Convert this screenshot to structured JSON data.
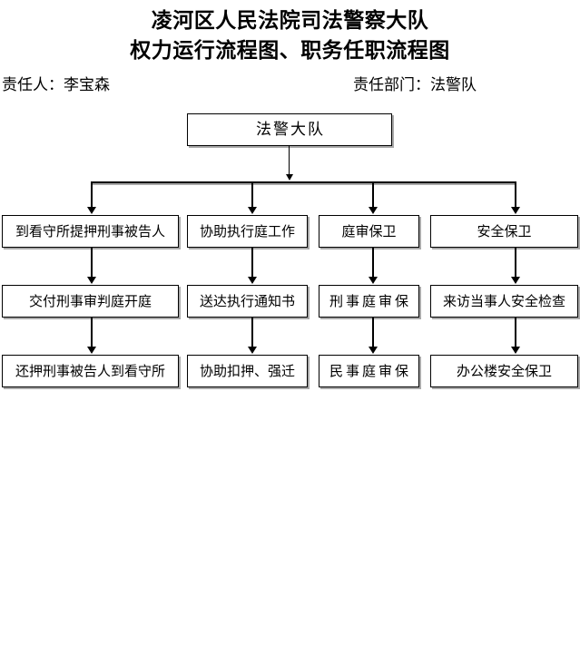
{
  "header": {
    "title_line1": "凌河区人民法院司法警察大队",
    "title_line2": "权力运行流程图、职务任职流程图",
    "responsible_person": "责任人：李宝森",
    "responsible_department": "责任部门：法警队"
  },
  "chart_data": {
    "type": "diagram",
    "title": "凌河区人民法院司法警察大队 权力运行流程图、职务任职流程图",
    "root": "法警大队",
    "columns": [
      {
        "steps": [
          "到看守所提押刑事被告人",
          "交付刑事审判庭开庭",
          "还押刑事被告人到看守所"
        ]
      },
      {
        "steps": [
          "协助执行庭工作",
          "送达执行通知书",
          "协助扣押、强迁"
        ]
      },
      {
        "steps": [
          "庭审保卫",
          "刑事庭审保",
          "民事庭审保"
        ]
      },
      {
        "steps": [
          "安全保卫",
          "来访当事人安全检查",
          "办公楼安全保卫"
        ]
      }
    ],
    "colors": {
      "line": "#000000",
      "box_border": "#000000",
      "box_shadow": "#a9a9a9",
      "background": "#ffffff",
      "text": "#000000"
    }
  }
}
